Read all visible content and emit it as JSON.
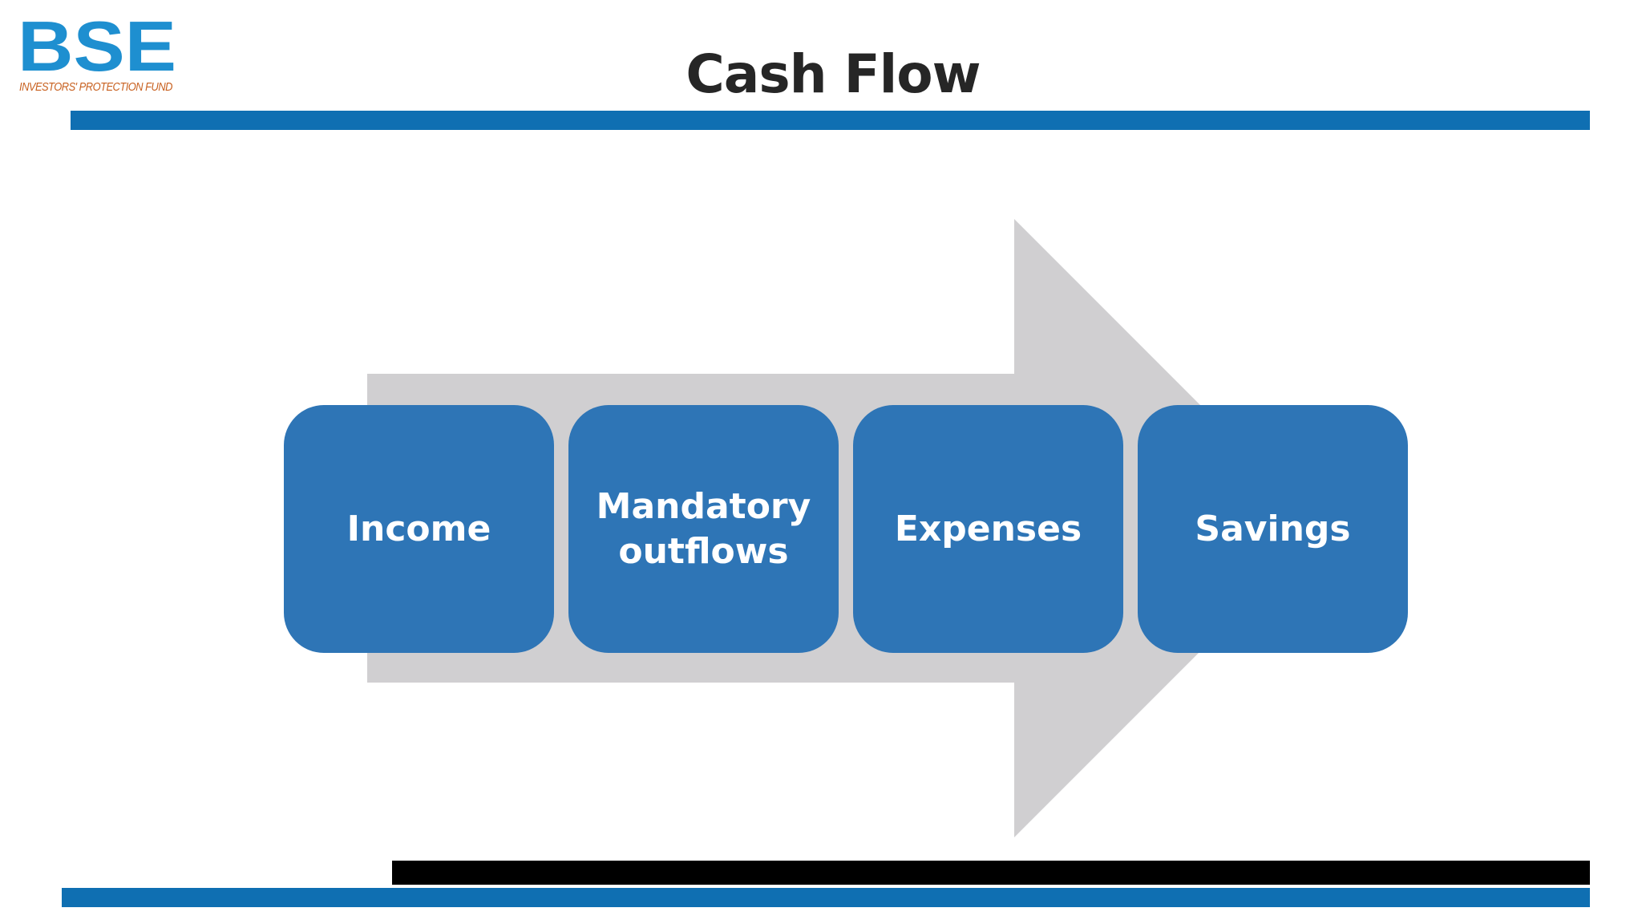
{
  "header": {
    "title": "Cash Flow",
    "logo_mark": "BSE",
    "logo_tagline": "INVESTORS' PROTECTION FUND"
  },
  "diagram": {
    "steps": [
      {
        "label": "Income"
      },
      {
        "label": "Mandatory outflows"
      },
      {
        "label": "Expenses"
      },
      {
        "label": "Savings"
      }
    ]
  },
  "colors": {
    "brand_blue": "#0f6fb2",
    "step_blue": "#2e75b6",
    "arrow_gray": "#d0cfd1",
    "title_text": "#262626",
    "logo_orange": "#c8601f"
  }
}
